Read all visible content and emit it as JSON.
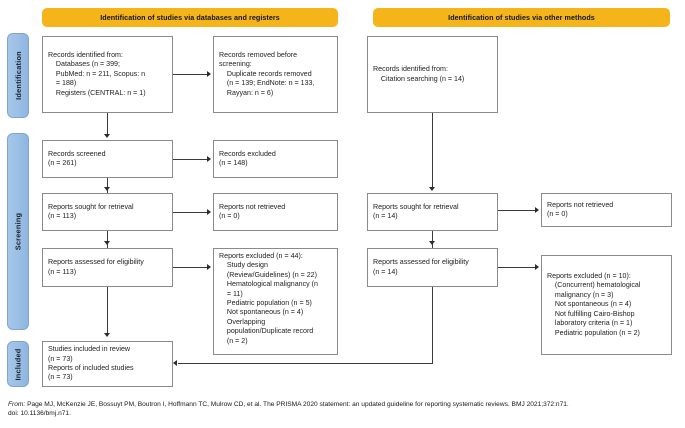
{
  "diagram": {
    "type": "prisma-2020-flow-diagram",
    "headers": {
      "left": "Identification of studies via databases and registers",
      "right": "Identification of studies via other methods"
    },
    "stages": [
      {
        "key": "identification",
        "label": "Identification"
      },
      {
        "key": "screening",
        "label": "Screening"
      },
      {
        "key": "included",
        "label": "Included"
      }
    ],
    "boxes": {
      "records_identified": "Records identified from:\n    Databases (n = 399;\n    PubMed: n = 211, Scopus: n\n    = 188)\n    Registers (CENTRAL: n = 1)",
      "records_removed": "Records removed before\nscreening:\n    Duplicate records removed\n    (n = 139; EndNote: n = 133,\n    Rayyan: n = 6)",
      "records_screened": "Records screened\n(n = 261)",
      "records_excluded": "Records excluded\n(n = 148)",
      "reports_sought": "Reports sought for retrieval\n(n = 113)",
      "reports_not_retrieved": "Reports not retrieved\n(n = 0)",
      "reports_assessed": "Reports assessed for eligibility\n(n = 113)",
      "reports_excluded": "Reports excluded (n = 44):\n    Study design\n    (Review/Guidelines) (n = 22)\n    Hematological malignancy (n\n    = 11)\n    Pediatric population (n = 5)\n    Not spontaneous (n = 4)\n    Overlapping\n    population/Duplicate record\n    (n = 2)",
      "studies_included": "Studies included in review\n(n = 73)\nReports of included studies\n(n = 73)",
      "other_records_identified": "Records identified from:\n    Citation searching (n = 14)",
      "other_reports_sought": "Reports sought for retrieval\n(n = 14)",
      "other_reports_not_retrieved": "Reports not retrieved\n(n = 0)",
      "other_reports_assessed": "Reports assessed for eligibility\n(n = 14)",
      "other_reports_excluded": "Reports excluded (n = 10):\n    (Concurrent) hematological\n    malignancy (n = 3)\n    Not spontaneous (n = 4)\n    Not fulfilling Cairo-Bishop\n    laboratory criteria (n = 1)\n    Pediatric population (n = 2)"
    },
    "footer": {
      "prefix": "From:",
      "citation": "Page MJ, McKenzie JE, Bossuyt PM, Boutron I, Hoffmann TC, Mulrow CD, et al. The PRISMA 2020 statement: an updated guideline for reporting systematic reviews. BMJ 2021;372:n71.",
      "doi": "doi: 10.1136/bmj.n71."
    },
    "colors": {
      "header_orange": "#F5B51A",
      "stage_blue": "#9DC0E6",
      "box_border": "#8a8a8a",
      "connector": "#3a3a3a",
      "background": "#ffffff"
    }
  }
}
